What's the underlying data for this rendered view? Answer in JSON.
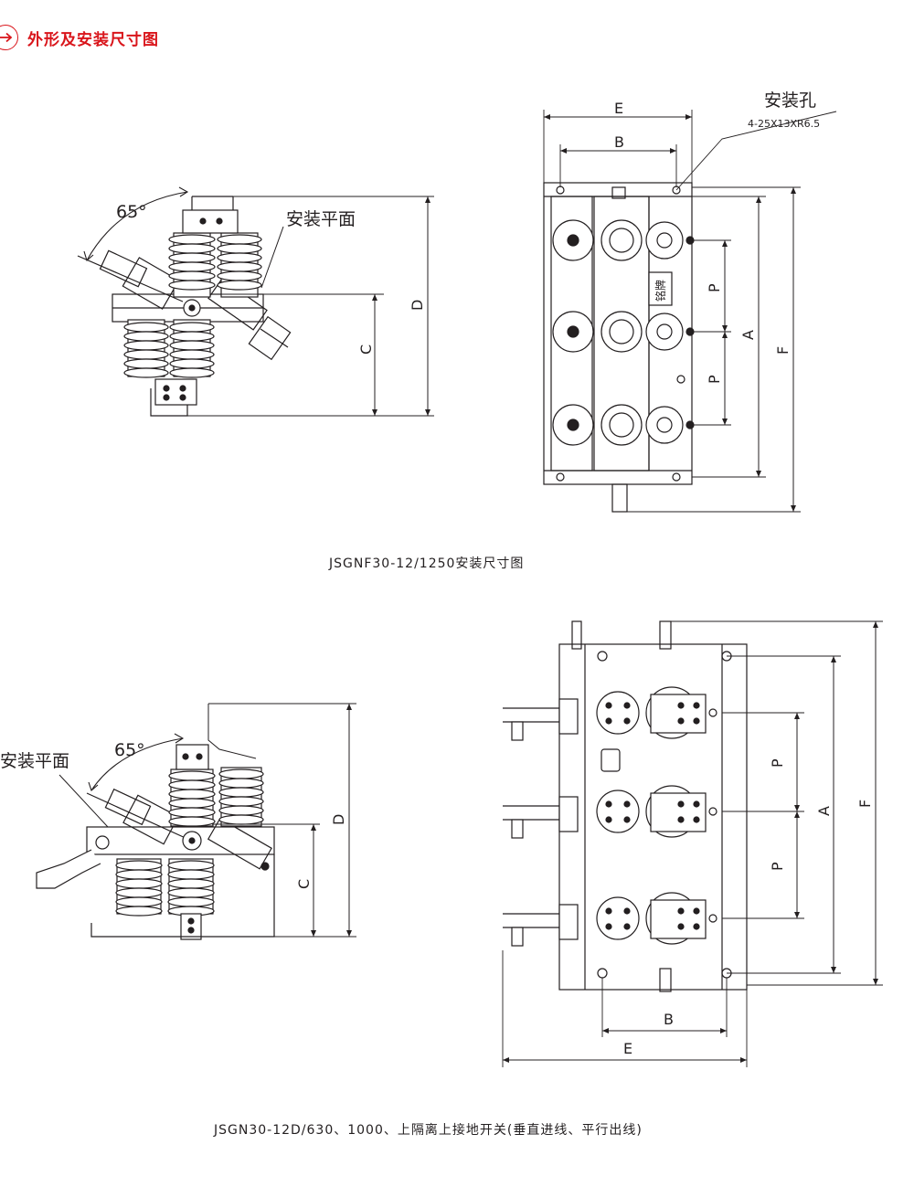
{
  "header": {
    "section_title": "外形及安装尺寸图"
  },
  "diagram1": {
    "caption": "JSGNF30-12/1250安装尺寸图",
    "angle_label": "65°",
    "mounting_plane_label": "安装平面",
    "mounting_hole_label": "安装孔",
    "mounting_hole_spec": "4-25X13XR6.5",
    "nameplate_label": "铭牌",
    "dimension_labels": {
      "A": "A",
      "B": "B",
      "C": "C",
      "D": "D",
      "E": "E",
      "F": "F",
      "P1": "P",
      "P2": "P"
    }
  },
  "diagram2": {
    "caption": "JSGN30-12D/630、1000、上隔离上接地开关(垂直进线、平行出线)",
    "angle_label": "65°",
    "mounting_plane_label": "安装平面",
    "dimension_labels": {
      "A": "A",
      "B": "B",
      "C": "C",
      "D": "D",
      "E": "E",
      "F": "F",
      "P1": "P",
      "P2": "P"
    }
  },
  "colors": {
    "accent": "#d9151b",
    "line": "#231f20"
  }
}
